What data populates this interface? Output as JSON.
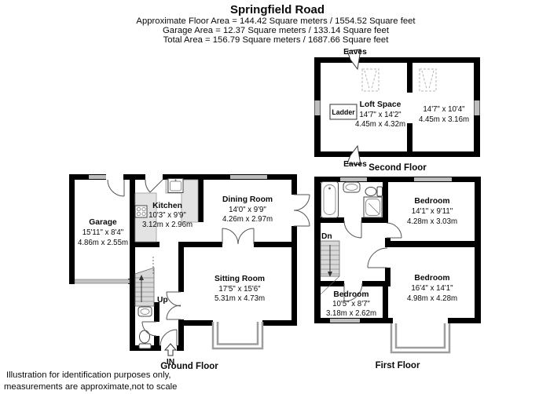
{
  "header": {
    "title": "Springfield Road",
    "floor_area": "Approximate Floor Area = 144.42 Square meters / 1554.52 Square feet",
    "garage_area": "Garage Area = 12.37 Square meters / 133.14 Square feet",
    "total_area": "Total Area = 156.79 Square meters / 1687.66 Square feet"
  },
  "ground_floor": {
    "label": "Ground Floor",
    "entry_label": "IN",
    "stairs_label": "Up",
    "rooms": {
      "garage": {
        "name": "Garage",
        "imperial": "15'11\" x 8'4\"",
        "metric": "4.86m x 2.55m"
      },
      "kitchen": {
        "name": "Kitchen",
        "imperial": "10'3\" x 9'9\"",
        "metric": "3.12m x 2.96m"
      },
      "dining_room": {
        "name": "Dining Room",
        "imperial": "14'0\" x 9'9\"",
        "metric": "4.26m x 2.97m"
      },
      "sitting_room": {
        "name": "Sitting Room",
        "imperial": "17'5\" x 15'6\"",
        "metric": "5.31m x 4.73m"
      }
    }
  },
  "first_floor": {
    "label": "First Floor",
    "stairs_label": "Dn",
    "rooms": {
      "bedroom_front": {
        "name": "Bedroom",
        "imperial": "14'1\" x 9'11\"",
        "metric": "4.28m x 3.03m"
      },
      "bedroom_rear": {
        "name": "Bedroom",
        "imperial": "16'4\" x 14'1\"",
        "metric": "4.98m x 4.28m"
      },
      "bedroom_small": {
        "name": "Bedroom",
        "imperial": "10'5\" x 8'7\"",
        "metric": "3.18m x 2.62m"
      }
    }
  },
  "second_floor": {
    "label": "Second Floor",
    "eaves_label": "Eaves",
    "ladder_label": "Ladder",
    "rooms": {
      "loft_space": {
        "name": "Loft Space",
        "imperial": "14'7\" x 14'2\"",
        "metric": "4.45m x 4.32m"
      },
      "loft_room_2": {
        "imperial": "14'7\" x 10'4\"",
        "metric": "4.45m x 3.16m"
      }
    }
  },
  "footer": {
    "line1": "Illustration for identification purposes only,",
    "line2": "measurements are approximate,not to scale"
  },
  "colors": {
    "wall": "#000000",
    "window": "#bdbdbd",
    "counter": "#e3e3e3",
    "stairs": "#d9d9d9"
  }
}
